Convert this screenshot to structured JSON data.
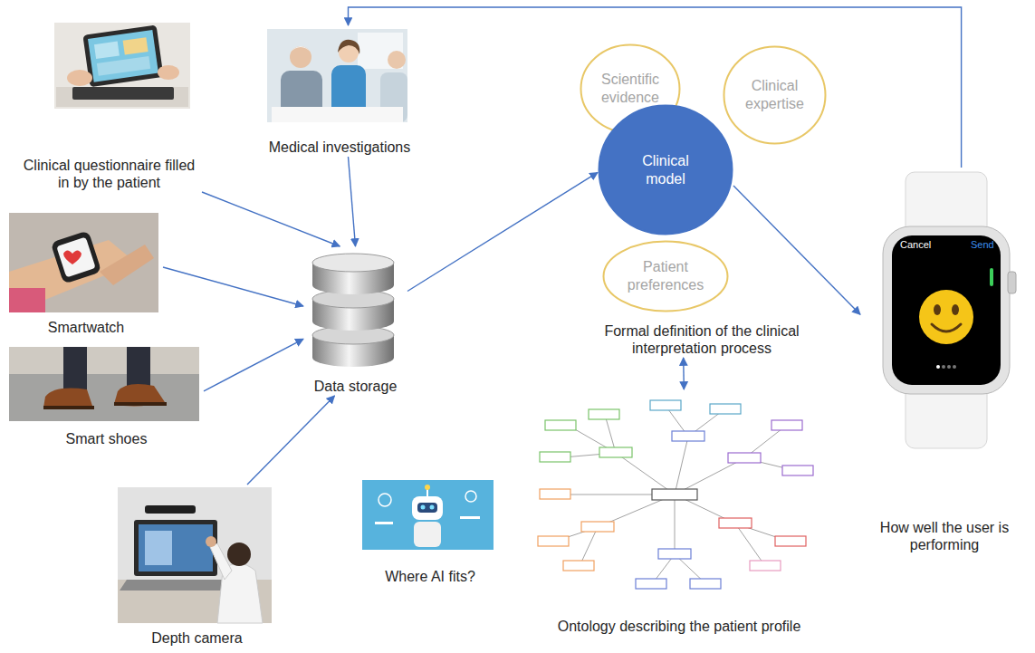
{
  "diagram": {
    "nodes": [
      {
        "text": [
          "Clinical questionnaire filled in by the patient"
        ]
      },
      {
        "text": [
          "Medical investigations"
        ]
      },
      {
        "text": [
          "Smartwatch"
        ]
      },
      {
        "text": [
          "Smart shoes"
        ]
      },
      {
        "text": [
          "Depth camera"
        ]
      },
      {
        "text": [
          "Data storage"
        ]
      },
      {
        "text": [
          "Where AI fits?"
        ]
      },
      {
        "text": [
          "Formal definition of the clinical interpretation process"
        ]
      },
      {
        "text": [
          "Scientific evidence"
        ],
        "in": 7
      },
      {
        "text": [
          "Clinical expertise"
        ],
        "in": 7
      },
      {
        "text": [
          "Clinical model"
        ],
        "in": 7
      },
      {
        "text": [
          "Patient preferences"
        ],
        "in": 7
      },
      {
        "text": [
          "Ontology describing the patient profile"
        ]
      },
      {
        "text": [
          "How well the user is performing"
        ]
      }
    ],
    "edges": [
      {
        "from": 0,
        "to": 5,
        "arrow": "to"
      },
      {
        "from": 1,
        "to": 5,
        "arrow": "to"
      },
      {
        "from": 2,
        "to": 5,
        "arrow": "to"
      },
      {
        "from": 3,
        "to": 5,
        "arrow": "to"
      },
      {
        "from": 4,
        "to": 5,
        "arrow": "to"
      },
      {
        "from": 5,
        "to": 10,
        "arrow": "to"
      },
      {
        "from": 10,
        "to": 13,
        "arrow": "to"
      },
      {
        "from": 13,
        "to": 1,
        "arrow": "to"
      },
      {
        "from": 7,
        "to": 12,
        "arrow": "both"
      }
    ],
    "labels": [
      "Cancel",
      "Send"
    ]
  }
}
